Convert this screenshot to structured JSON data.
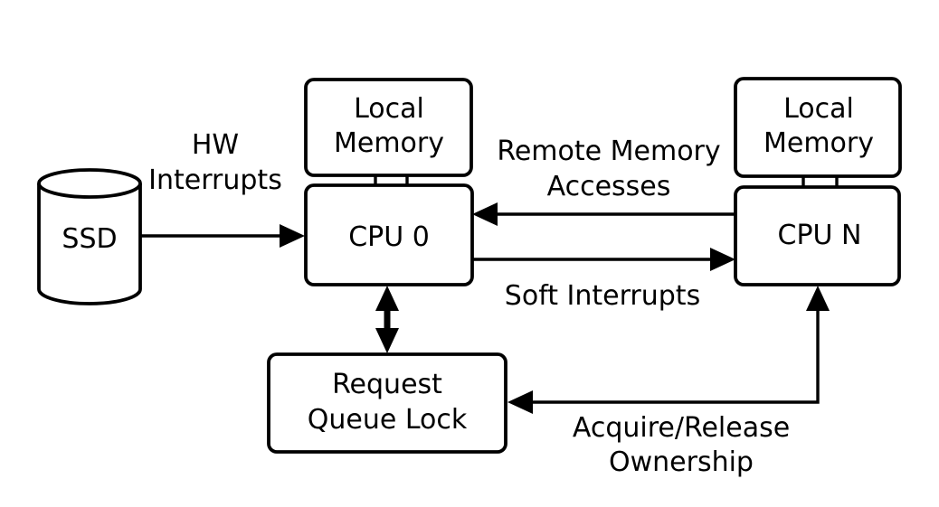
{
  "diagram": {
    "background_color": "#ffffff",
    "line_color": "#000000",
    "shape_fill_color": "#ffffff",
    "nodes": {
      "ssd": {
        "label": "SSD",
        "shape": "cylinder"
      },
      "local_memory_0": {
        "label": [
          "Local",
          "Memory"
        ],
        "shape": "rounded-rect"
      },
      "cpu_0": {
        "label": "CPU 0",
        "shape": "rounded-rect"
      },
      "local_memory_n": {
        "label": [
          "Local",
          "Memory"
        ],
        "shape": "rounded-rect"
      },
      "cpu_n": {
        "label": "CPU N",
        "shape": "rounded-rect"
      },
      "request_queue_lock": {
        "label": [
          "Request",
          "Queue Lock"
        ],
        "shape": "rounded-rect"
      }
    },
    "edges": {
      "hw_interrupts": {
        "label": [
          "HW",
          "Interrupts"
        ],
        "from": "ssd",
        "to": "cpu_0",
        "arrows": "to"
      },
      "remote_memory_accesses": {
        "label": [
          "Remote Memory",
          "Accesses"
        ],
        "from": "cpu_n",
        "to": "cpu_0",
        "arrows": "to"
      },
      "soft_interrupts": {
        "label": [
          "Soft Interrupts"
        ],
        "from": "cpu_0",
        "to": "cpu_n",
        "arrows": "to"
      },
      "queue_lock_link": {
        "label": [],
        "from": "cpu_0",
        "to": "request_queue_lock",
        "arrows": "both"
      },
      "acquire_release_ownership": {
        "label": [
          "Acquire/Release",
          "Ownership"
        ],
        "from": "cpu_n",
        "to": "request_queue_lock",
        "arrows": "both"
      }
    }
  }
}
